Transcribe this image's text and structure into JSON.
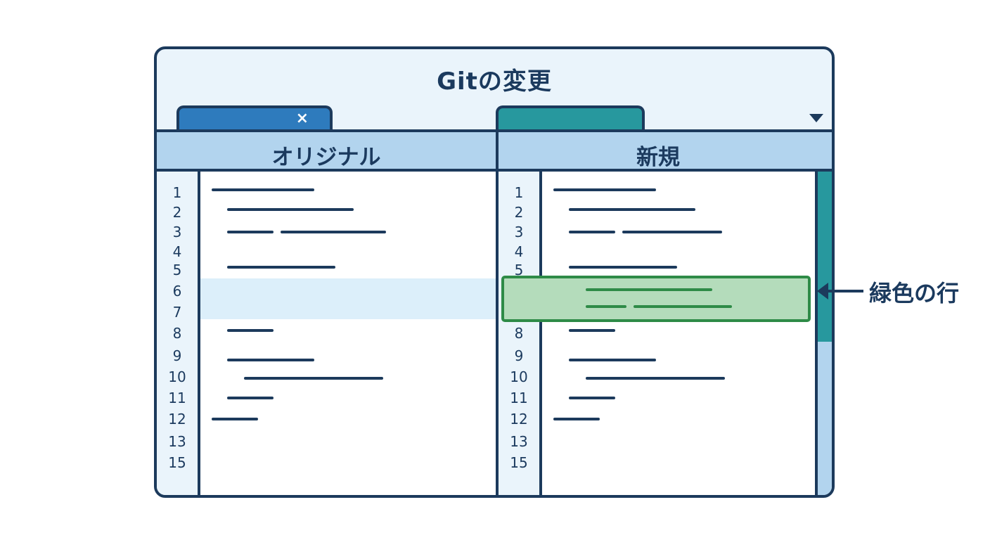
{
  "window": {
    "title": "Gitの変更"
  },
  "tabs": {
    "close_symbol": "×"
  },
  "columns": {
    "left_title": "オリジナル",
    "right_title": "新規"
  },
  "line_numbers": [
    "1",
    "2",
    "3",
    "4",
    "5",
    "6",
    "7",
    "8",
    "9",
    "10",
    "11",
    "12",
    "13",
    "15"
  ],
  "annotation": "緑色の行",
  "colors": {
    "border": "#1c3a5c",
    "tab_left": "#2e7bbd",
    "tab_right": "#27989e",
    "header": "#b2d4ee",
    "added_fill": "#b4dcbb",
    "added_border": "#2e8b47"
  },
  "highlight": {
    "added_line_numbers": [
      "6",
      "7"
    ]
  }
}
